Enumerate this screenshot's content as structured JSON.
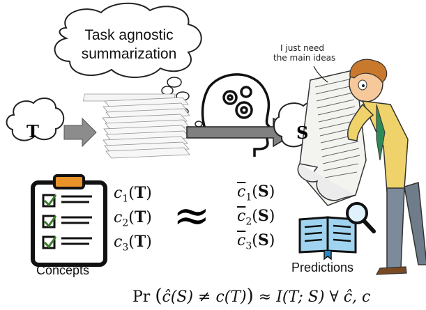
{
  "cloud_label_line1": "Task agnostic",
  "cloud_label_line2": "summarization",
  "speech_line1": "I just need",
  "speech_line2": "the main ideas",
  "input_symbol": "T",
  "output_symbol": "S",
  "concepts": [
    {
      "sub": "1",
      "arg": "T"
    },
    {
      "sub": "2",
      "arg": "T"
    },
    {
      "sub": "3",
      "arg": "T"
    }
  ],
  "predictions": [
    {
      "sub": "1",
      "arg": "S"
    },
    {
      "sub": "2",
      "arg": "S"
    },
    {
      "sub": "3",
      "arg": "S"
    }
  ],
  "approx_symbol": "≈",
  "concepts_label": "Concepts",
  "predictions_label": "Predictions",
  "equation": {
    "pr": "Pr",
    "lhs_inner": "ĉ(S) ≠ c(T)",
    "approx": "≈",
    "rhs": "I(T; S)",
    "forall": "∀ ĉ, c"
  },
  "colors": {
    "checkbox": "#3a7d2c",
    "clipboard": "#e8932a",
    "book": "#2e86c1",
    "tie": "#2e8b57",
    "arrow": "#808080"
  }
}
